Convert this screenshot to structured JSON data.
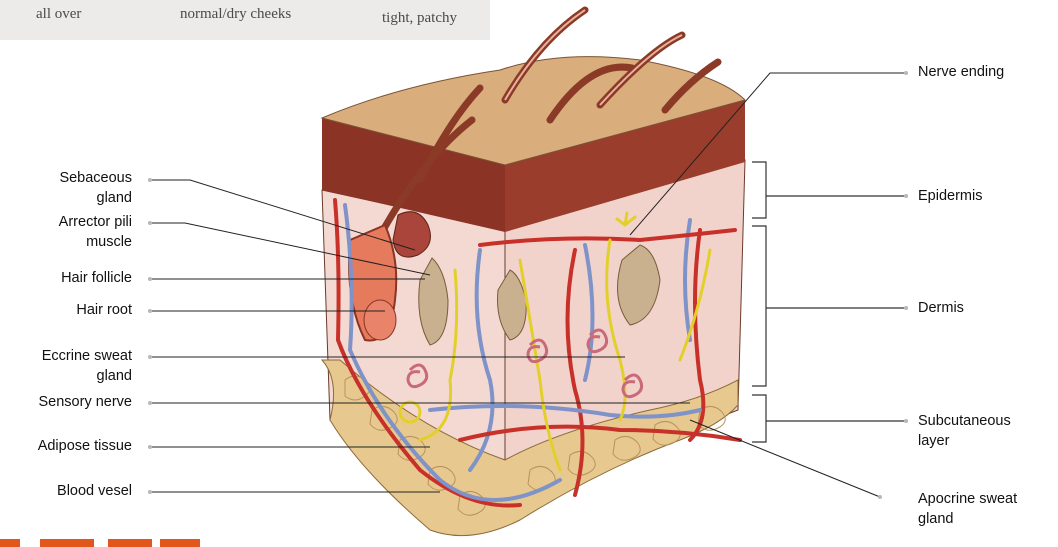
{
  "top_strip": {
    "col1": "all over",
    "col2": "normal/dry cheeks",
    "col3": "tight, patchy"
  },
  "labels_left": [
    {
      "id": "sebaceous",
      "lines": [
        "Sebaceous",
        "gland"
      ]
    },
    {
      "id": "arrector",
      "lines": [
        "Arrector pili",
        "muscle"
      ]
    },
    {
      "id": "follicle",
      "lines": [
        "Hair follicle"
      ]
    },
    {
      "id": "root",
      "lines": [
        "Hair root"
      ]
    },
    {
      "id": "eccrine",
      "lines": [
        "Eccrine sweat",
        "gland"
      ]
    },
    {
      "id": "sensory",
      "lines": [
        "Sensory nerve"
      ]
    },
    {
      "id": "adipose",
      "lines": [
        "Adipose tissue"
      ]
    },
    {
      "id": "blood",
      "lines": [
        "Blood vesel"
      ]
    }
  ],
  "labels_right": [
    {
      "id": "nerve-ending",
      "lines": [
        "Nerve ending"
      ]
    },
    {
      "id": "epidermis",
      "lines": [
        "Epidermis"
      ]
    },
    {
      "id": "dermis",
      "lines": [
        "Dermis"
      ]
    },
    {
      "id": "subcutaneous",
      "lines": [
        "Subcutaneous",
        "layer"
      ]
    },
    {
      "id": "apocrine",
      "lines": [
        "Apocrine sweat",
        "gland"
      ]
    }
  ],
  "colors": {
    "skin_surface": "#d9ad7c",
    "epidermis": "#8b3325",
    "dermis": "#f3d9d2",
    "fat": "#e7c98f",
    "artery": "#c8302a",
    "vein": "#7f93c9",
    "nerve": "#e3cf2a",
    "hair": "#8a3a26",
    "accent_bar": "#e2561b"
  }
}
